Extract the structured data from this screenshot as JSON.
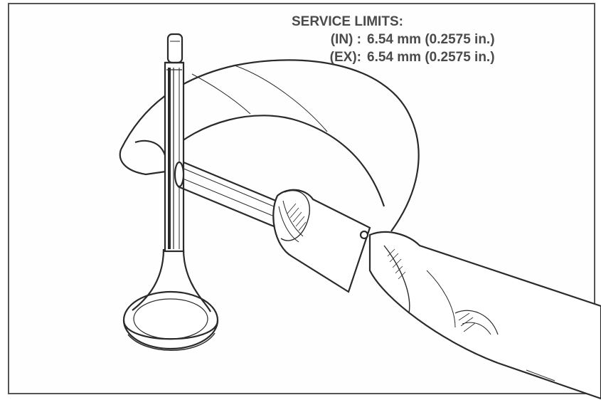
{
  "service_limits": {
    "title": "SERVICE LIMITS:",
    "rows": [
      {
        "label": "(IN) :",
        "value": "6.54 mm (0.2575 in.)"
      },
      {
        "label": "(EX):",
        "value": "6.54 mm (0.2575 in.)"
      }
    ]
  },
  "colors": {
    "ink": "#2a2a2a",
    "text": "#4a4a4a",
    "frame": "#555555",
    "paper": "#fefefe"
  }
}
